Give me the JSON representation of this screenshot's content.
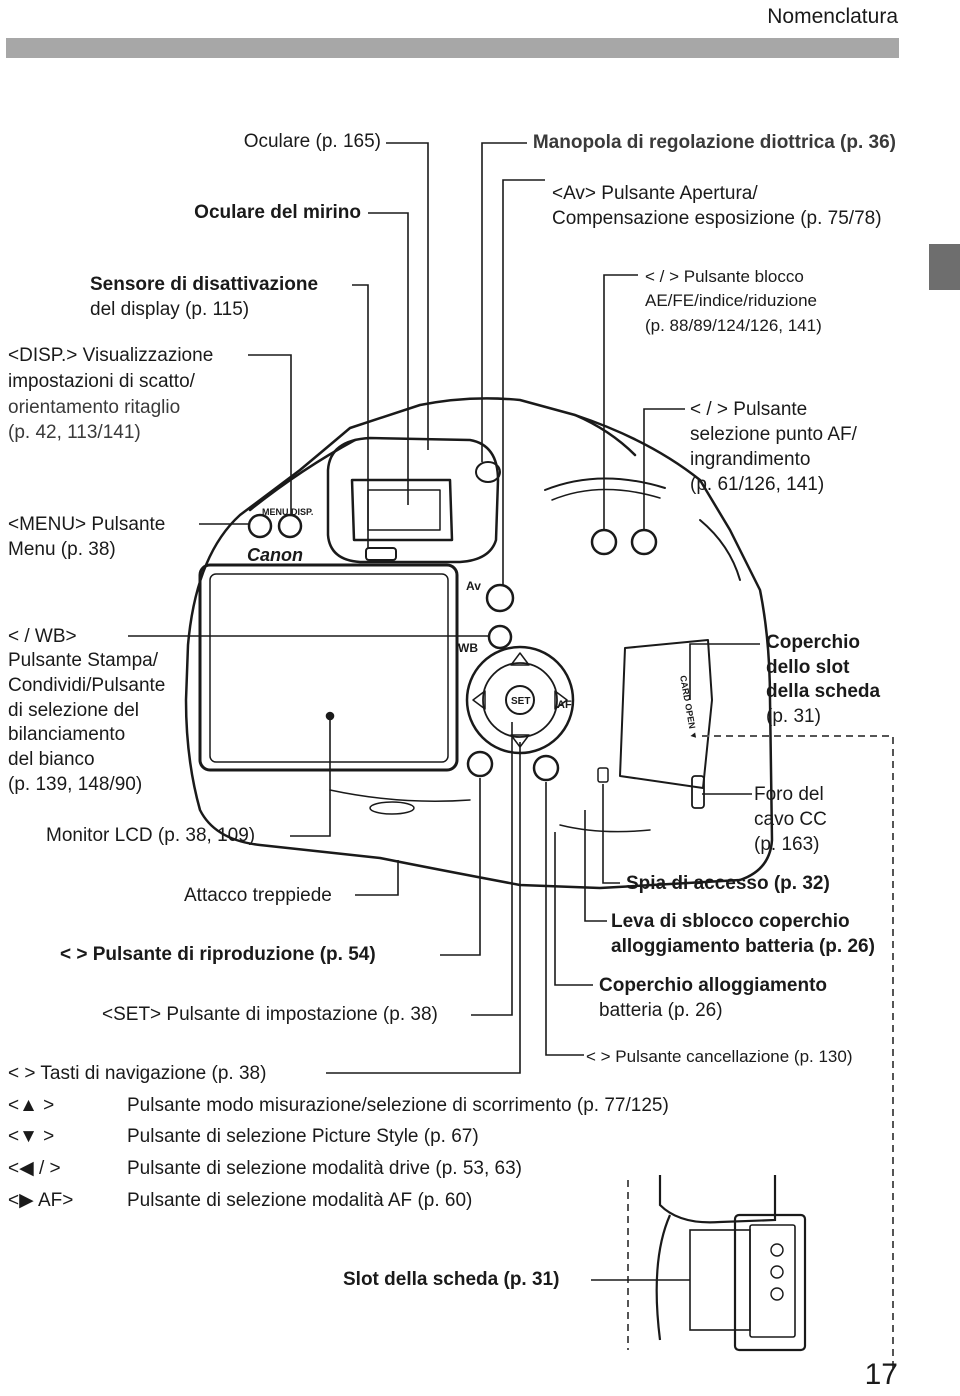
{
  "header": {
    "title": "Nomenclatura",
    "page_number": "17"
  },
  "labels": {
    "oculare": "Oculare (p. 165)",
    "oculare_mirino": "Oculare del mirino",
    "sensore_1": "Sensore di disattivazione",
    "sensore_2": "del display (p. 115)",
    "disp_1": "<DISP.> Visualizzazione",
    "disp_2": "impostazioni di scatto/",
    "disp_3": "orientamento ritaglio",
    "disp_4": "(p. 42, 113/141)",
    "menu_1": "<MENU> Pulsante",
    "menu_2": "Menu (p. 38)",
    "diottrica": "Manopola di regolazione diottrica (p. 36)",
    "av_1": "<Av> Pulsante Apertura/",
    "av_2": "Compensazione esposizione (p. 75/78)",
    "ae_1": "< / > Pulsante blocco",
    "ae_2": "AE/FE/indice/riduzione",
    "ae_3": "(p. 88/89/124/126, 141)",
    "af_1": "< / > Pulsante",
    "af_2": "selezione punto AF/",
    "af_3": "ingrandimento",
    "af_4": "(p. 61/126, 141)",
    "stampa_1": "< / WB>",
    "stampa_2": "Pulsante Stampa/",
    "stampa_3": "Condividi/Pulsante",
    "stampa_4": "di selezione del",
    "stampa_5": "bilanciamento",
    "stampa_6": "del bianco",
    "stampa_7": "(p. 139, 148/90)",
    "monitor": "Monitor LCD (p. 38, 109)",
    "coperchio_slot_1": "Coperchio",
    "coperchio_slot_2": "dello slot",
    "coperchio_slot_3": "della scheda",
    "coperchio_slot_4": "(p. 31)",
    "foro_1": "Foro del",
    "foro_2": "cavo CC",
    "foro_3": "(p. 163)",
    "treppiede": "Attacco treppiede",
    "spia": "Spia di accesso (p. 32)",
    "leva_1": "Leva di sblocco coperchio",
    "leva_2": "alloggiamento batteria (p. 26)",
    "riproduzione": "< > Pulsante di riproduzione (p. 54)",
    "coperchio_batt_1": "Coperchio alloggiamento",
    "coperchio_batt_2": "batteria (p. 26)",
    "set": "<SET> Pulsante di impostazione (p. 38)",
    "cancellazione": "< > Pulsante cancellazione (p. 130)",
    "navigazione": "< > Tasti di navigazione (p. 38)",
    "nav_up_key": "<▲ >",
    "nav_up_desc": "Pulsante modo misurazione/selezione di scorrimento (p. 77/125)",
    "nav_down_key": "<▼ >",
    "nav_down_desc": "Pulsante di selezione Picture Style (p. 67)",
    "nav_left_key": "<◀ / >",
    "nav_left_desc": "Pulsante di selezione modalità drive (p. 53, 63)",
    "nav_right_key": "<▶ AF>",
    "nav_right_desc": "Pulsante di selezione modalità AF (p. 60)",
    "slot_scheda": "Slot della scheda (p. 31)"
  },
  "camera_markings": {
    "brand": "Canon",
    "menu": "MENU",
    "disp": "DISP.",
    "av": "Av",
    "set": "SET",
    "wb": "WB",
    "af": "AF",
    "card_open": "CARD OPEN ▼"
  },
  "colors": {
    "header_bar": "#a7a7a7",
    "side_tab": "#6e6e6e",
    "ink": "#1a1a1a"
  }
}
